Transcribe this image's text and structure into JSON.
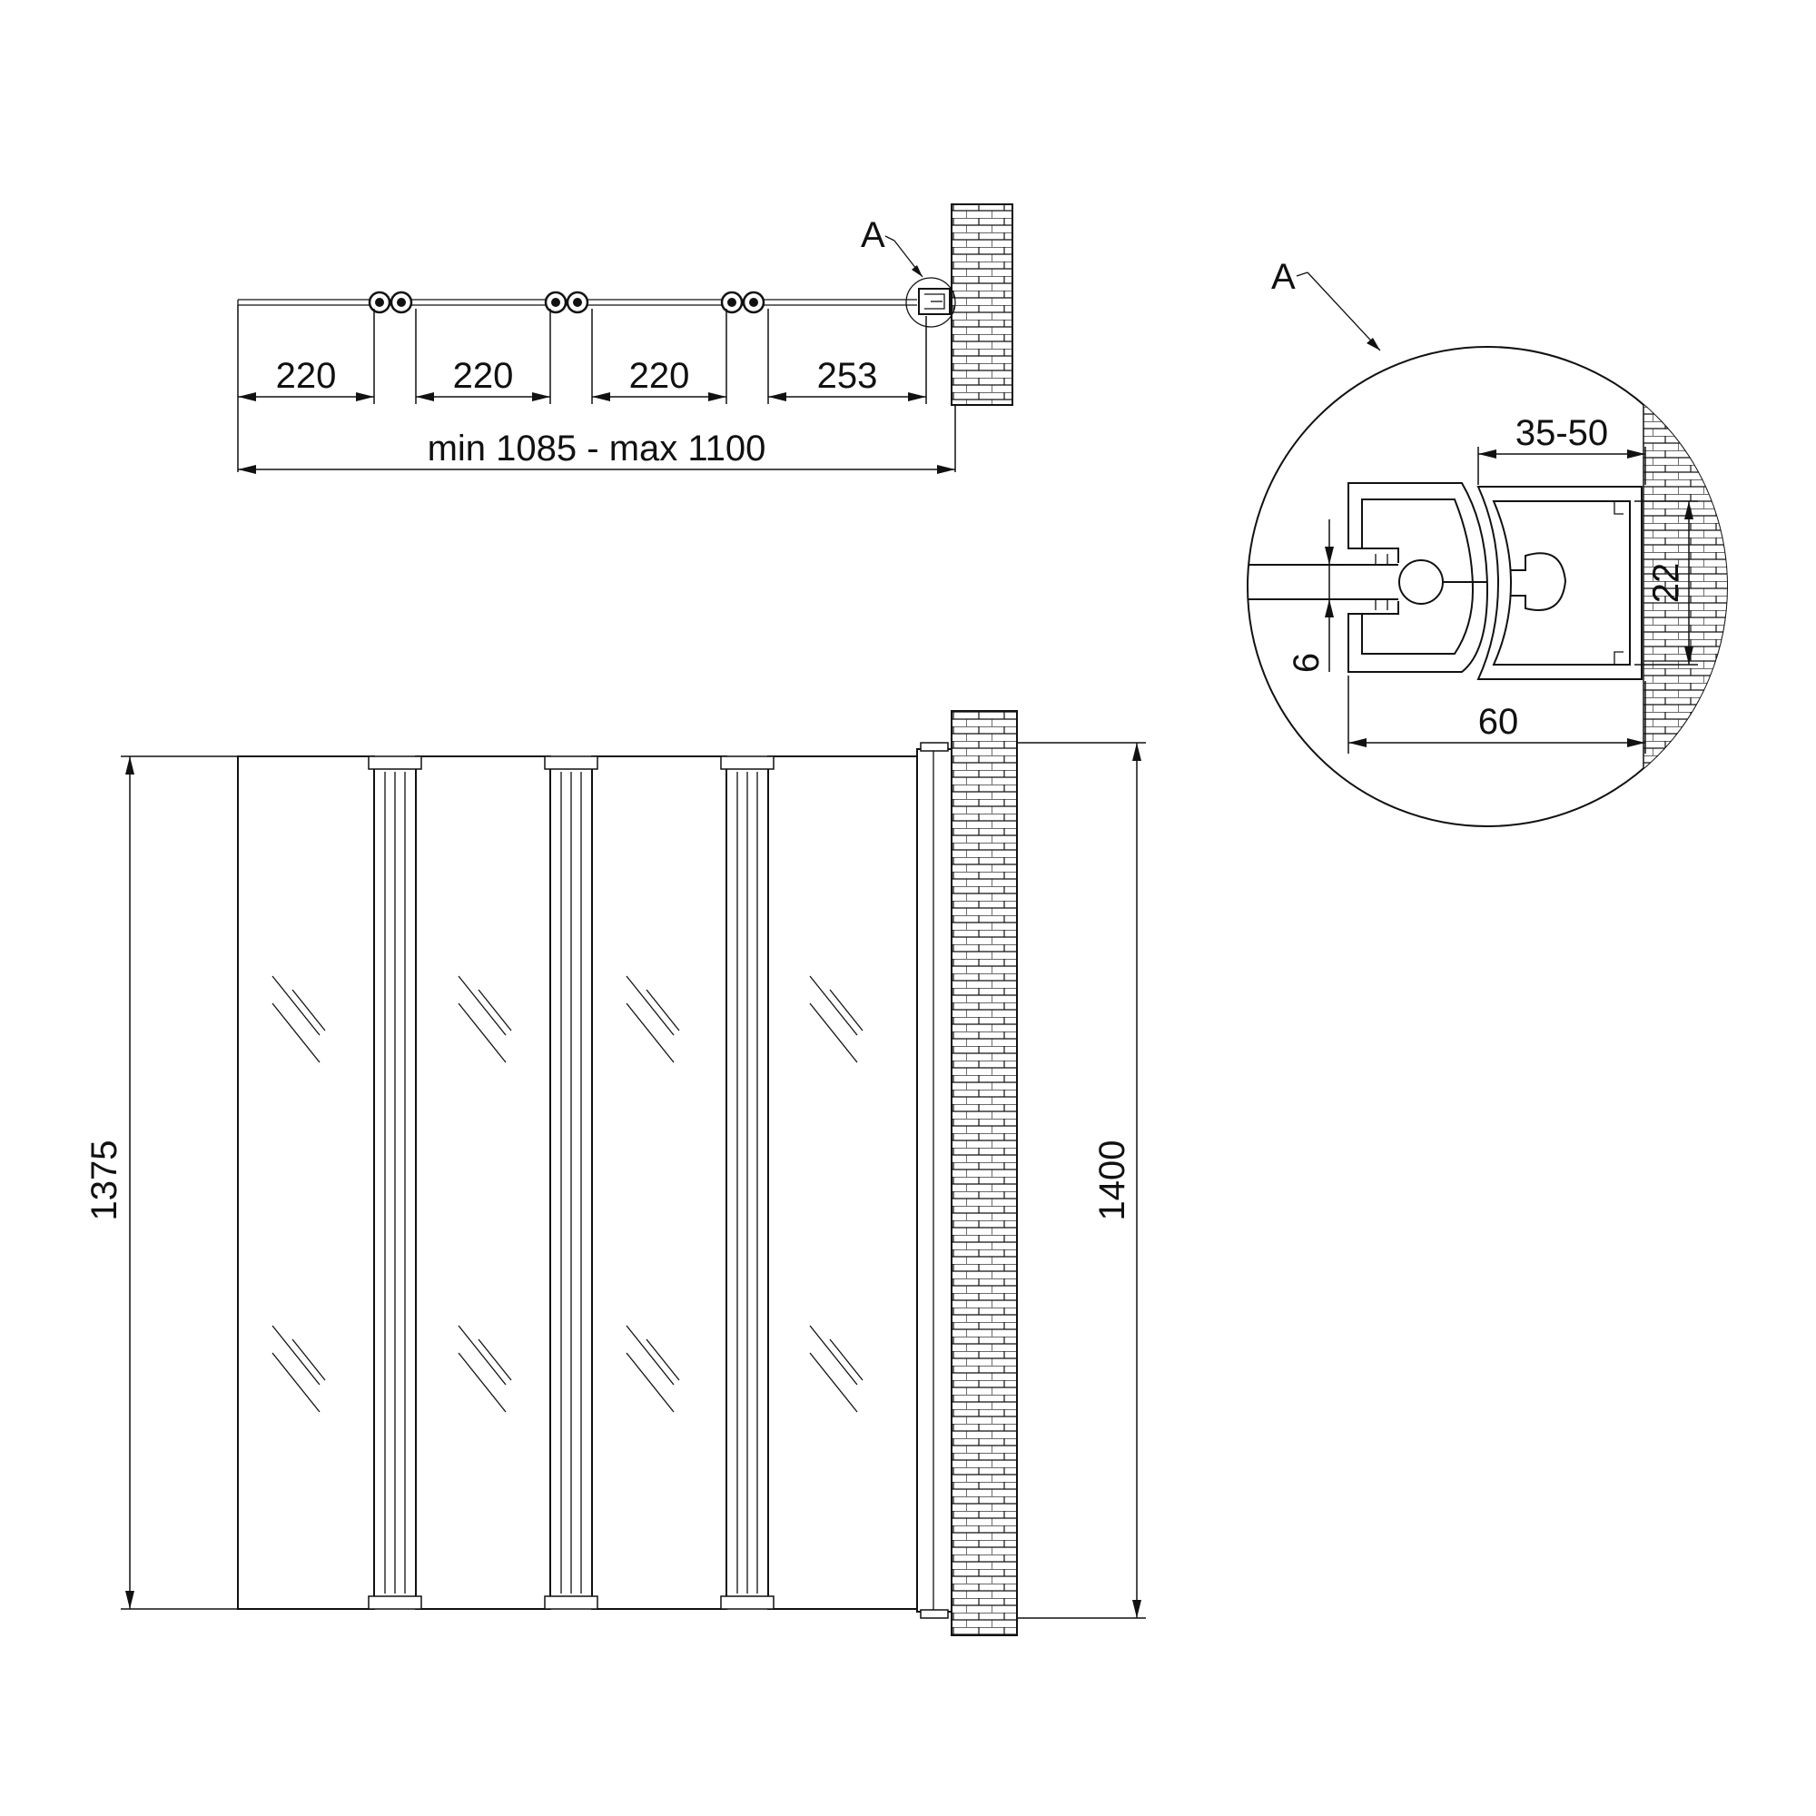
{
  "plan_view": {
    "segments": [
      "220",
      "220",
      "220",
      "253"
    ],
    "overall": "min 1085 - max 1100",
    "detail_marker": "A"
  },
  "elevation_view": {
    "panel_height": "1375",
    "wall_profile_height": "1400"
  },
  "detail_view": {
    "label": "A",
    "wall_adjust": "35-50",
    "profile_width": "60",
    "inner_height": "22",
    "glass_thickness": "6"
  }
}
